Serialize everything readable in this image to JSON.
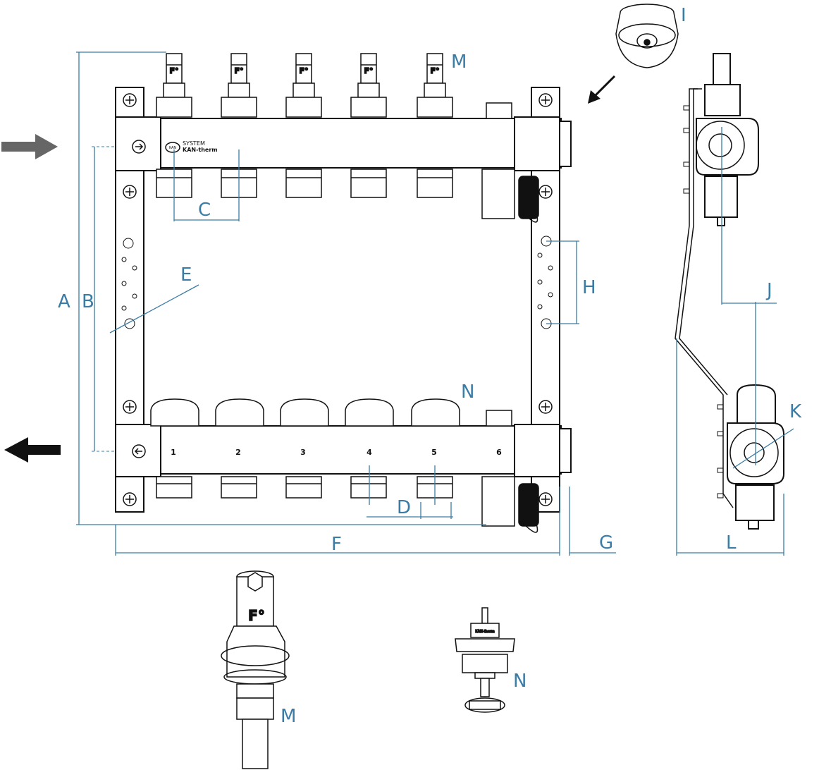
{
  "labels": {
    "A": "A",
    "B": "B",
    "C": "C",
    "D": "D",
    "E": "E",
    "F": "F",
    "G": "G",
    "H": "H",
    "I": "I",
    "J": "J",
    "K": "K",
    "L": "L",
    "M": "M",
    "N": "N",
    "M_detail": "M",
    "N_detail": "N"
  },
  "brand": {
    "line1": "SYSTEM",
    "line2": "KAN-therm",
    "logo": "KAN",
    "n_insert": "KAN-therm"
  },
  "circuit_numbers": [
    "1",
    "2",
    "3",
    "4",
    "5",
    "6"
  ],
  "flowmeter": {
    "scale_mark": "F°"
  },
  "colors": {
    "dimension": "#3a7ca5",
    "outline": "#111111",
    "inlet_arrow": "#666666",
    "outlet_arrow": "#111111"
  }
}
